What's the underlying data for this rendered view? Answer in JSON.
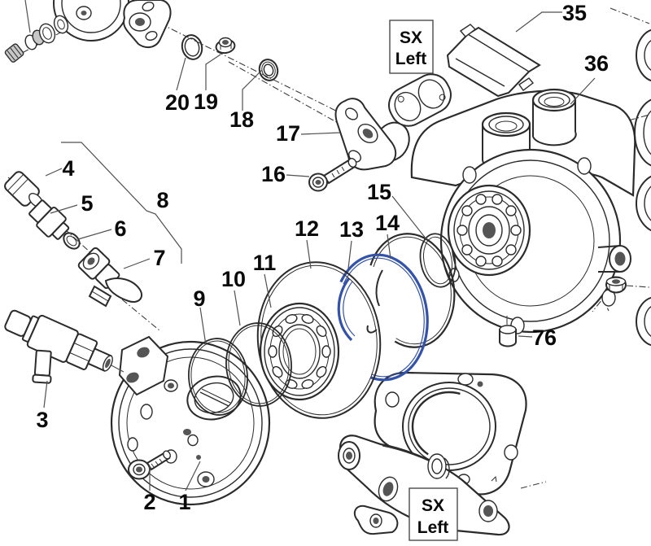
{
  "figure": {
    "type": "exploded-parts-diagram",
    "subject": "pump assembly exploded view",
    "background_color": "#ffffff",
    "line_color": "#2b2b2b",
    "leader_color": "#4f4f4f",
    "highlight_color": "#3352a8",
    "highlighted_callout": "13"
  },
  "callouts": [
    {
      "label": "1"
    },
    {
      "label": "2"
    },
    {
      "label": "3"
    },
    {
      "label": "4"
    },
    {
      "label": "5"
    },
    {
      "label": "6"
    },
    {
      "label": "7"
    },
    {
      "label": "8"
    },
    {
      "label": "9"
    },
    {
      "label": "10"
    },
    {
      "label": "11"
    },
    {
      "label": "12"
    },
    {
      "label": "13"
    },
    {
      "label": "14"
    },
    {
      "label": "15"
    },
    {
      "label": "16"
    },
    {
      "label": "17"
    },
    {
      "label": "18"
    },
    {
      "label": "19"
    },
    {
      "label": "20"
    },
    {
      "label": "35"
    },
    {
      "label": "36"
    },
    {
      "label": "76"
    }
  ],
  "boxes": {
    "top": {
      "line1": "SX",
      "line2": "Left"
    },
    "bottom": {
      "line1": "SX",
      "line2": "Left"
    }
  }
}
